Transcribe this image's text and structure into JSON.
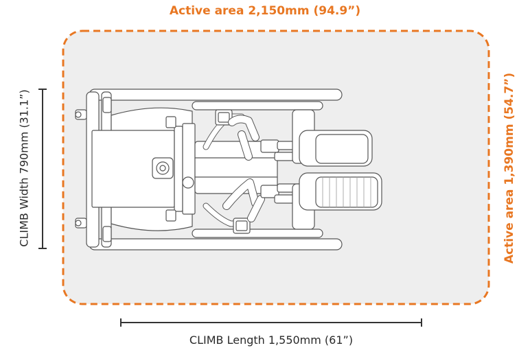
{
  "colors": {
    "accent": "#e87722",
    "area_fill": "#eeeeee",
    "text": "#2a2a2a",
    "line": "#333333",
    "machine_stroke": "#555555",
    "machine_fill": "#ffffff"
  },
  "labels": {
    "active_length": "Active area 2,150mm (94.9”)",
    "active_width": "Active area 1,390mm (54.7”)",
    "climb_length": "CLIMB Length 1,550mm (61”)",
    "climb_width": "CLIMB Width 790mm (31.1”)"
  }
}
